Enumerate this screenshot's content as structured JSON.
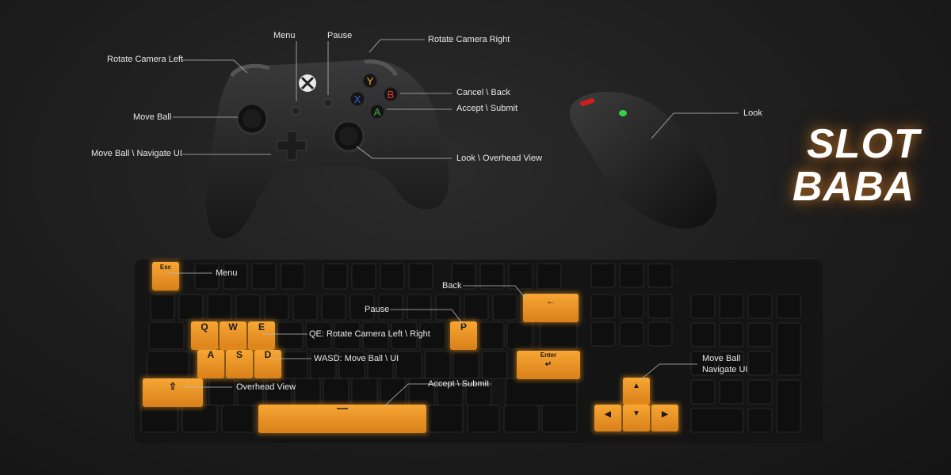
{
  "brand": {
    "line1": "SLOT",
    "line2": "BABA"
  },
  "colors": {
    "accent": "#f39a1e",
    "background": "#1e1e1e",
    "label": "#e8e8e8",
    "leader": "#bdbdbd"
  },
  "controller": {
    "labels": {
      "menu": "Menu",
      "pause": "Pause",
      "rotate_right": "Rotate Camera Right",
      "rotate_left": "Rotate Camera Left",
      "cancel": "Cancel \\ Back",
      "accept": "Accept \\ Submit",
      "move_ball": "Move Ball",
      "move_ball_navigate": "Move Ball \\ Navigate UI",
      "look_overhead": "Look \\ Overhead View"
    },
    "buttons": {
      "y": "Y",
      "b": "B",
      "x": "X",
      "a": "A"
    }
  },
  "mouse": {
    "look": "Look"
  },
  "keyboard": {
    "labels": {
      "menu": "Menu",
      "back": "Back",
      "pause": "Pause",
      "qe": "QE: Rotate Camera Left \\ Right",
      "wasd": "WASD: Move Ball \\ UI",
      "overhead": "Overhead View",
      "accept": "Accept \\ Submit",
      "move_ball": "Move Ball",
      "navigate_ui": "Navigate UI"
    },
    "keys": {
      "esc": "Esc",
      "q": "Q",
      "w": "W",
      "e": "E",
      "a": "A",
      "s": "S",
      "d": "D",
      "p": "P",
      "enter": "Enter",
      "backspace": "←",
      "shift": "⇧",
      "space": "—",
      "up": "▲",
      "down": "▼",
      "left": "◀",
      "right": "▶",
      "enter_arrow": "↵"
    }
  }
}
